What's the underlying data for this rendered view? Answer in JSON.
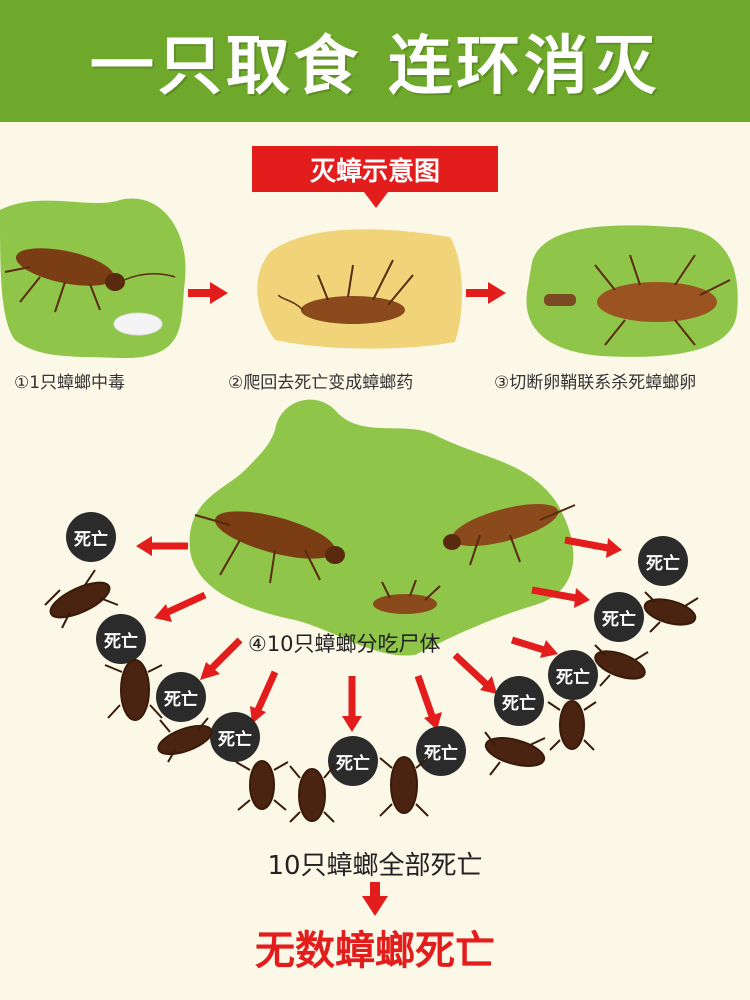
{
  "header": {
    "title": "一只取食 连环消灭"
  },
  "diagram": {
    "badge": "灭蟑示意图",
    "steps": [
      {
        "label": "①1只蟑螂中毒"
      },
      {
        "label": "②爬回去死亡变成蟑螂药"
      },
      {
        "label": "③切断卵鞘联系杀死蟑螂卵"
      }
    ],
    "center_label": "④10只蟑螂分吃尸体",
    "death_label": "死亡",
    "all_die": "10只蟑螂全部死亡",
    "final": "无数蟑螂死亡"
  },
  "colors": {
    "banner_green": "#6fa92c",
    "blob_green": "#8fc64a",
    "blob_yellow": "#f1d37a",
    "alert_red": "#e31c1c",
    "circle_dark": "#2b2b2b",
    "background": "#fbf8e8"
  }
}
